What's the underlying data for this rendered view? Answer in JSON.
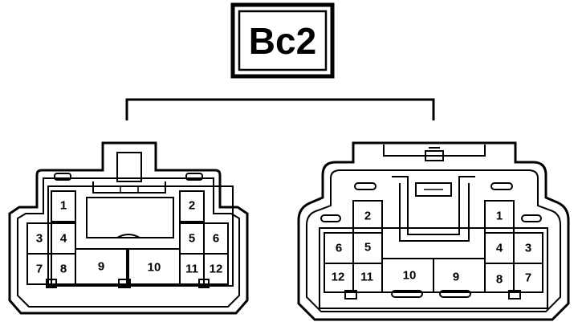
{
  "title": "Bc2",
  "left_connector": {
    "pins": [
      "1",
      "2",
      "3",
      "4",
      "5",
      "6",
      "7",
      "8",
      "9",
      "10",
      "11",
      "12"
    ]
  },
  "right_connector": {
    "pins": [
      "1",
      "2",
      "3",
      "4",
      "5",
      "6",
      "7",
      "8",
      "9",
      "10",
      "11",
      "12"
    ]
  }
}
